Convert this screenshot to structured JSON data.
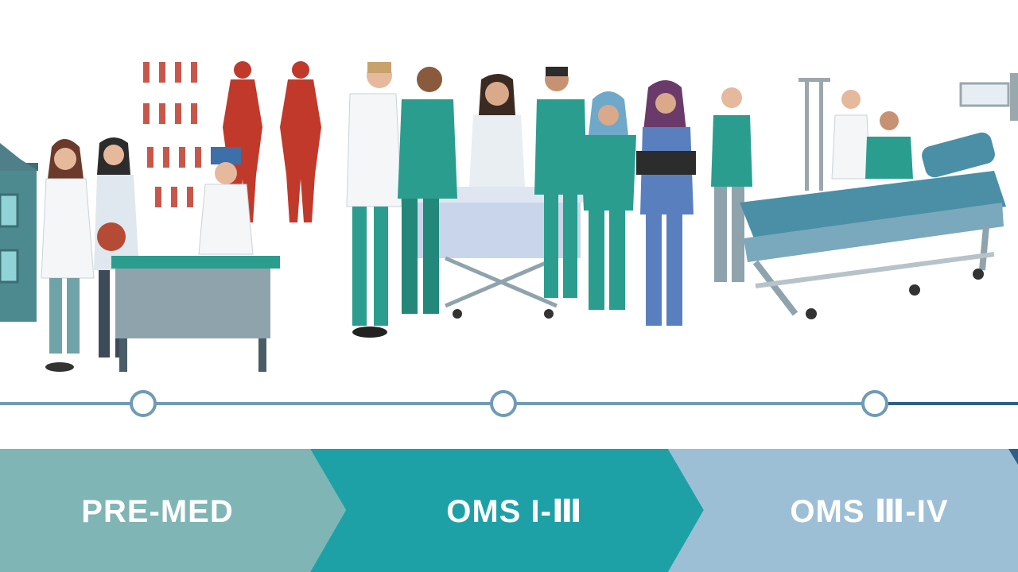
{
  "stages": [
    {
      "label": "PRE-MED",
      "color": "#7fb5b4"
    },
    {
      "label": "OMS I-Ⅲ",
      "color": "#1ea1a6"
    },
    {
      "label": "OMS Ⅲ-IV",
      "color": "#9dbfd6"
    }
  ],
  "colors": {
    "timeline_line": "#6f9bb5",
    "timeline_line_end": "#2f5f86",
    "milestone_fill": "#ffffff",
    "milestone_stroke": "#6f9bb5",
    "scrubs_teal": "#2a9d8f",
    "scrubs_blue": "#5a7fbf",
    "lab_coat": "#f4f6f8",
    "furniture": "#8fa3ad",
    "anatomy_red": "#c0392b"
  },
  "timeline": {
    "milestones": [
      "pre-med",
      "oms-1-2",
      "oms-3-4"
    ]
  },
  "scene": {
    "panels": [
      "classroom",
      "simulation-lab",
      "hospital-ward"
    ]
  }
}
